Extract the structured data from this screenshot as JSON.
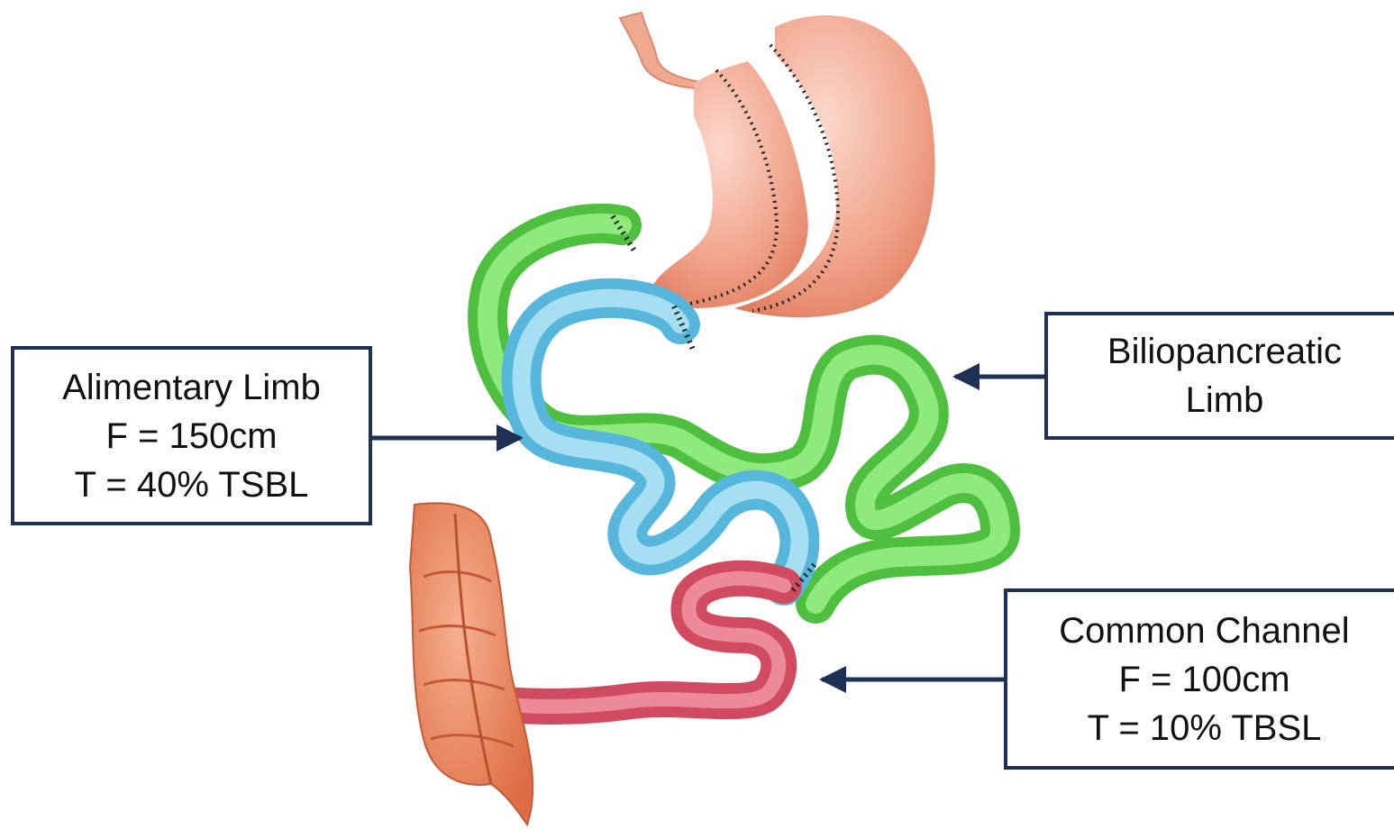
{
  "labels": {
    "alimentary": {
      "line1": "Alimentary Limb",
      "line2": "F = 150cm",
      "line3": "T = 40% TSBL"
    },
    "biliopancreatic": {
      "line1": "Biliopancreatic",
      "line2": "Limb"
    },
    "common": {
      "line1": "Common Channel",
      "line2": "F = 100cm",
      "line3": "T = 10% TBSL"
    }
  },
  "colors": {
    "stomach": "#ee9a80",
    "colon": "#e9855e",
    "alimentary_limb": "#7fcdea",
    "biliopancreatic_limb": "#6fd75a",
    "common_channel": "#dc5f75",
    "box_border": "#1f3055",
    "arrow": "#1f3055",
    "suture": "#222222"
  }
}
